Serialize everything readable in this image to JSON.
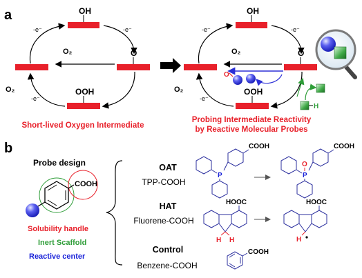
{
  "panel_a": {
    "label": "a",
    "left_cycle": {
      "top_species": "OH",
      "right_species": "O",
      "bottom_species": "OOH",
      "o2_mid": "O₂",
      "o2_left": "O₂",
      "e_top_left": "-e⁻",
      "e_top_right": "-e⁻",
      "e_bottom_left": "-e⁻",
      "caption": "Short-lived Oxygen Intermediate"
    },
    "right_cycle": {
      "top_species": "OH",
      "right_species": "O",
      "bottom_species": "OOH",
      "o2_mid": "O₂",
      "o2_left": "O₂",
      "e_top_left": "-e⁻",
      "e_top_right": "-e⁻",
      "e_bottom_left": "-e⁻",
      "probe_o": "O",
      "probe_h": "H",
      "caption_line1": "Probing Intermediate Reactivity",
      "caption_line2": "by Reactive Molecular Probes"
    },
    "colors": {
      "bar": "#e8202a",
      "caption": "#e8202a",
      "probe_blue": "#2b2fd6",
      "probe_green": "#2e9d38"
    }
  },
  "panel_b": {
    "label": "b",
    "probe_design": {
      "title": "Probe design",
      "cooh": "COOH",
      "solubility": "Solubility handle",
      "scaffold": "Inert Scaffold",
      "reactive": "Reactive center"
    },
    "rows": [
      {
        "title": "OAT",
        "name": "TPP-COOH"
      },
      {
        "title": "HAT",
        "name": "Fluorene-COOH"
      },
      {
        "title": "Control",
        "name": "Benzene-COOH"
      }
    ],
    "structures": {
      "tpp_cooh": "COOH",
      "tpp_p": "P",
      "tppo_cooh": "COOH",
      "tppo_p": "P",
      "tppo_o": "O",
      "fl_hooc": "HOOC",
      "fl_h1": "H",
      "fl_h2": "H",
      "flr_hooc": "HOOC",
      "flr_h": "H",
      "benz_cooh": "COOH"
    },
    "colors": {
      "solubility": "#e8202a",
      "scaffold": "#2e9d38",
      "reactive": "#1a23d9",
      "structure": "#2b2f9e"
    }
  }
}
